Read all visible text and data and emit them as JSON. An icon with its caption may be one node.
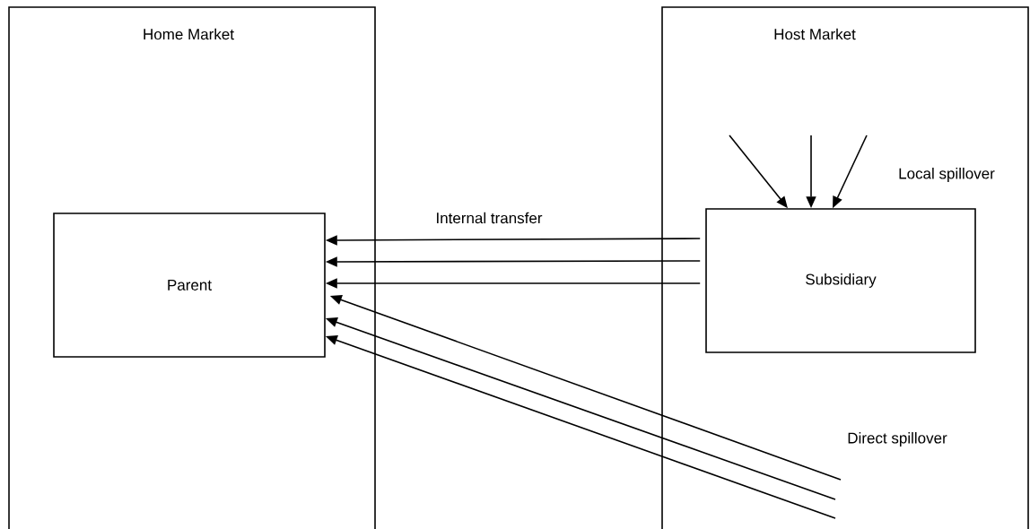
{
  "diagram": {
    "nodes": [
      {
        "text": [
          "Home Market"
        ]
      },
      {
        "text": [
          "Parent"
        ],
        "in": 0
      },
      {
        "text": [
          "Host Market"
        ]
      },
      {
        "text": [
          "Subsidiary"
        ],
        "in": 2
      }
    ],
    "edges": [
      {
        "from": 3,
        "to": 1,
        "arrow": "to",
        "label": "Internal transfer"
      },
      {
        "from": 3,
        "to": 1,
        "arrow": "to"
      },
      {
        "from": 3,
        "to": 1,
        "arrow": "to"
      },
      {
        "from": null,
        "to": 1,
        "arrow": "to",
        "label": "Direct spillover"
      },
      {
        "from": null,
        "to": 1,
        "arrow": "to"
      },
      {
        "from": null,
        "to": 1,
        "arrow": "to"
      },
      {
        "from": null,
        "to": 3,
        "arrow": "to"
      },
      {
        "from": null,
        "to": 3,
        "arrow": "to"
      },
      {
        "from": null,
        "to": 3,
        "arrow": "to",
        "label": "Local spillover"
      }
    ]
  }
}
